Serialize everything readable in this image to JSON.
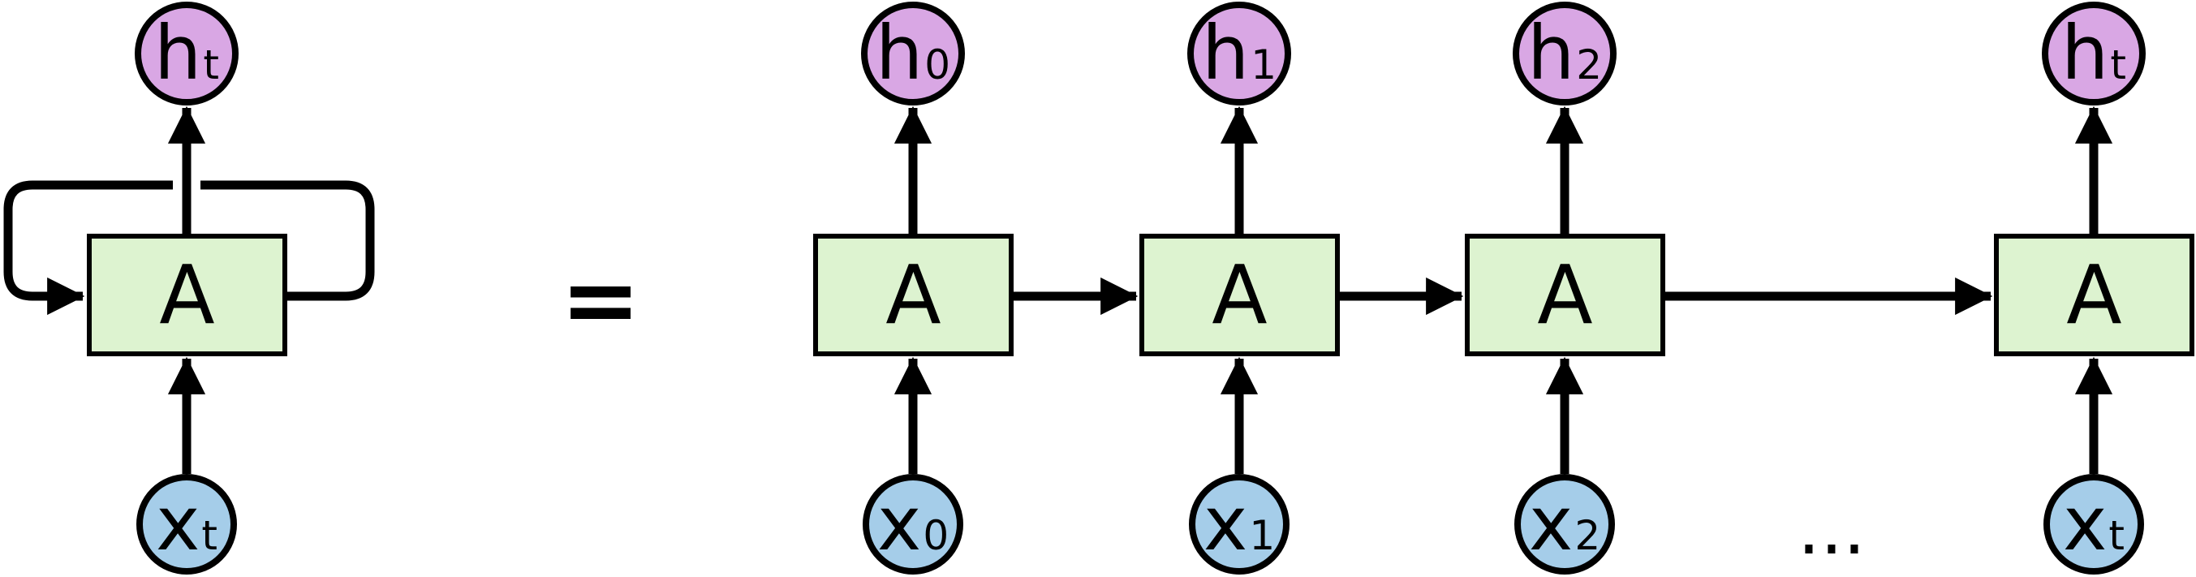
{
  "diagram": {
    "kind": "recurrent-neural-network-unrolled",
    "equals_sign": "=",
    "ellipsis": "...",
    "colors": {
      "cell_fill": "#ddf3d0",
      "hidden_fill": "#d9a7e4",
      "input_fill": "#a5cde9",
      "stroke": "#000000",
      "background": "#ffffff"
    },
    "rolled": {
      "cell": "A",
      "hidden": {
        "base": "h",
        "sub": "t"
      },
      "input": {
        "base": "x",
        "sub": "t"
      }
    },
    "unrolled": [
      {
        "cell": "A",
        "hidden": {
          "base": "h",
          "sub": "0"
        },
        "input": {
          "base": "x",
          "sub": "0"
        }
      },
      {
        "cell": "A",
        "hidden": {
          "base": "h",
          "sub": "1"
        },
        "input": {
          "base": "x",
          "sub": "1"
        }
      },
      {
        "cell": "A",
        "hidden": {
          "base": "h",
          "sub": "2"
        },
        "input": {
          "base": "x",
          "sub": "2"
        }
      },
      {
        "cell": "A",
        "hidden": {
          "base": "h",
          "sub": "t"
        },
        "input": {
          "base": "x",
          "sub": "t"
        }
      }
    ]
  }
}
